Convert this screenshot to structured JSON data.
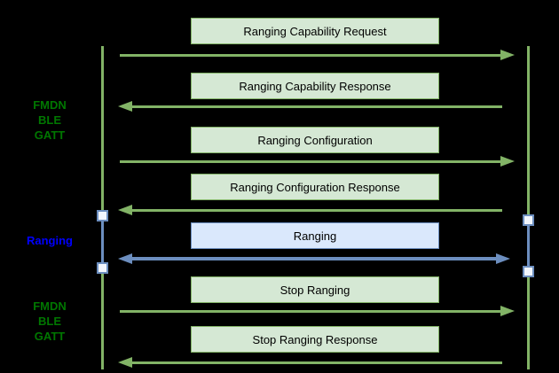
{
  "colors": {
    "background": "#000000",
    "green_line": "#82b366",
    "green_fill": "#d5e8d4",
    "blue_line": "#6c8ebf",
    "blue_fill": "#dae8fc",
    "activation_fill": "#f2f6fd",
    "label_green": "#007700",
    "label_blue": "#0000ff"
  },
  "side_labels": [
    {
      "id": "fmdn-ble-gatt-top",
      "lines": [
        "FMDN",
        "BLE",
        "GATT"
      ]
    },
    {
      "id": "ranging",
      "lines": [
        "Ranging"
      ]
    },
    {
      "id": "fmdn-ble-gatt-bottom",
      "lines": [
        "FMDN",
        "BLE",
        "GATT"
      ]
    }
  ],
  "messages": [
    {
      "label": "Ranging Capability Request",
      "direction": "right",
      "style": "green"
    },
    {
      "label": "Ranging Capability Response",
      "direction": "left",
      "style": "green"
    },
    {
      "label": "Ranging Configuration",
      "direction": "right",
      "style": "green"
    },
    {
      "label": "Ranging Configuration Response",
      "direction": "left",
      "style": "green"
    },
    {
      "label": "Ranging",
      "direction": "both",
      "style": "blue"
    },
    {
      "label": "Stop Ranging",
      "direction": "right",
      "style": "green"
    },
    {
      "label": "Stop Ranging Response",
      "direction": "left",
      "style": "green"
    }
  ]
}
